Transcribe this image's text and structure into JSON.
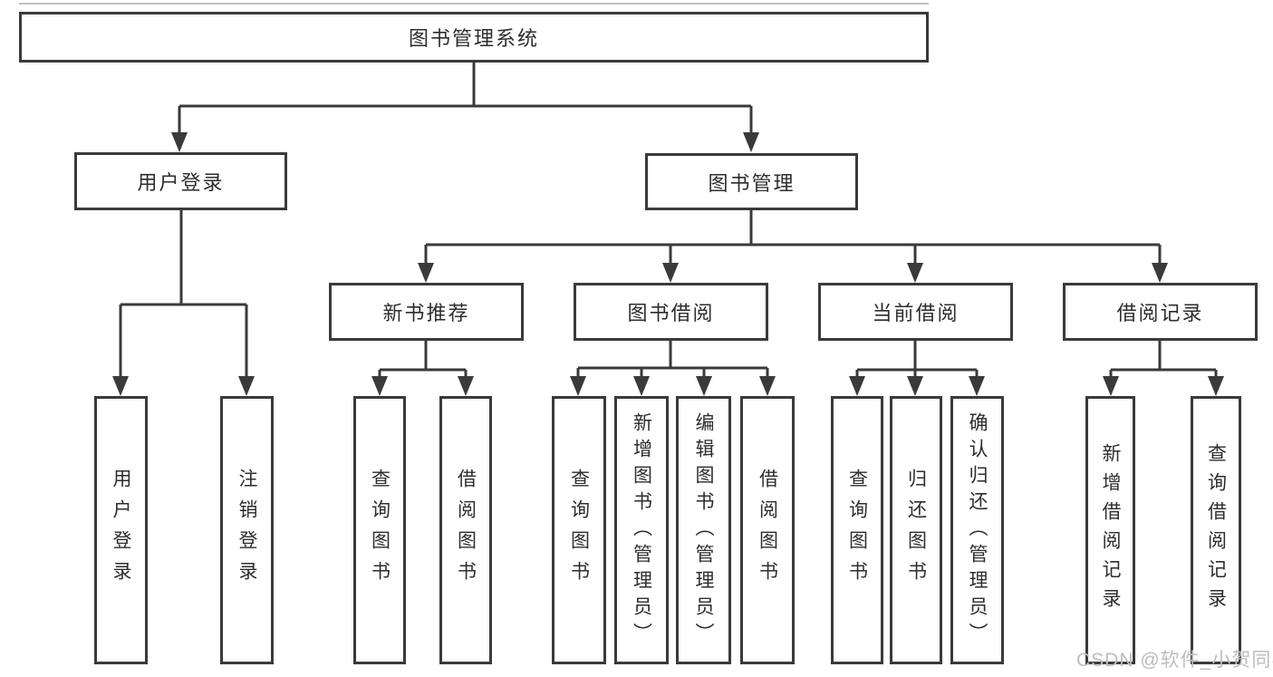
{
  "tree": {
    "label": "图书管理系统",
    "children": [
      {
        "label": "用户登录",
        "children": [
          {
            "label": "用户登录"
          },
          {
            "label": "注销登录"
          }
        ]
      },
      {
        "label": "图书管理",
        "children": [
          {
            "label": "新书推荐",
            "children": [
              {
                "label": "查询图书"
              },
              {
                "label": "借阅图书"
              }
            ]
          },
          {
            "label": "图书借阅",
            "children": [
              {
                "label": "查询图书"
              },
              {
                "label": "新增图书（管理员）"
              },
              {
                "label": "编辑图书（管理员）"
              },
              {
                "label": "借阅图书"
              }
            ]
          },
          {
            "label": "当前借阅",
            "children": [
              {
                "label": "查询图书"
              },
              {
                "label": "归还图书"
              },
              {
                "label": "确认归还（管理员）"
              }
            ]
          },
          {
            "label": "借阅记录",
            "children": [
              {
                "label": "新增借阅记录"
              },
              {
                "label": "查询借阅记录"
              }
            ]
          }
        ]
      }
    ]
  },
  "watermark": {
    "text": "CSDN @软件_小贺同学"
  },
  "colors": {
    "line": "#3a3a3a",
    "text": "#2d2d2d",
    "watermark": "#bdbdbd",
    "background": "#ffffff"
  }
}
